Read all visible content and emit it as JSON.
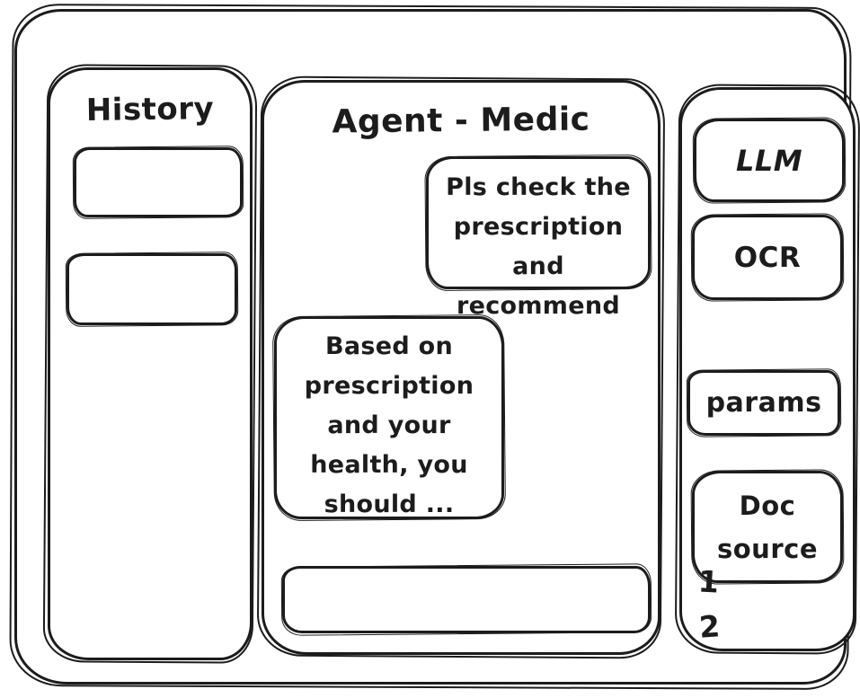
{
  "colors": {
    "ink": "#1c1c1c",
    "background": "#ffffff"
  },
  "sidebar": {
    "title": "History",
    "item_count": 2
  },
  "chat": {
    "title": "Agent - Medic",
    "messages": [
      {
        "role": "user",
        "text": "Pls check the\nprescription\nand recommend"
      },
      {
        "role": "assistant",
        "text": "Based on\nprescription\nand your\nhealth, you\nshould ..."
      }
    ],
    "input": {
      "value": ""
    }
  },
  "tools": {
    "items": [
      {
        "label": "LLM"
      },
      {
        "label": "OCR"
      },
      {
        "label": "params"
      },
      {
        "label": "Doc source"
      }
    ],
    "doc_source_items": [
      "1",
      "2"
    ]
  }
}
